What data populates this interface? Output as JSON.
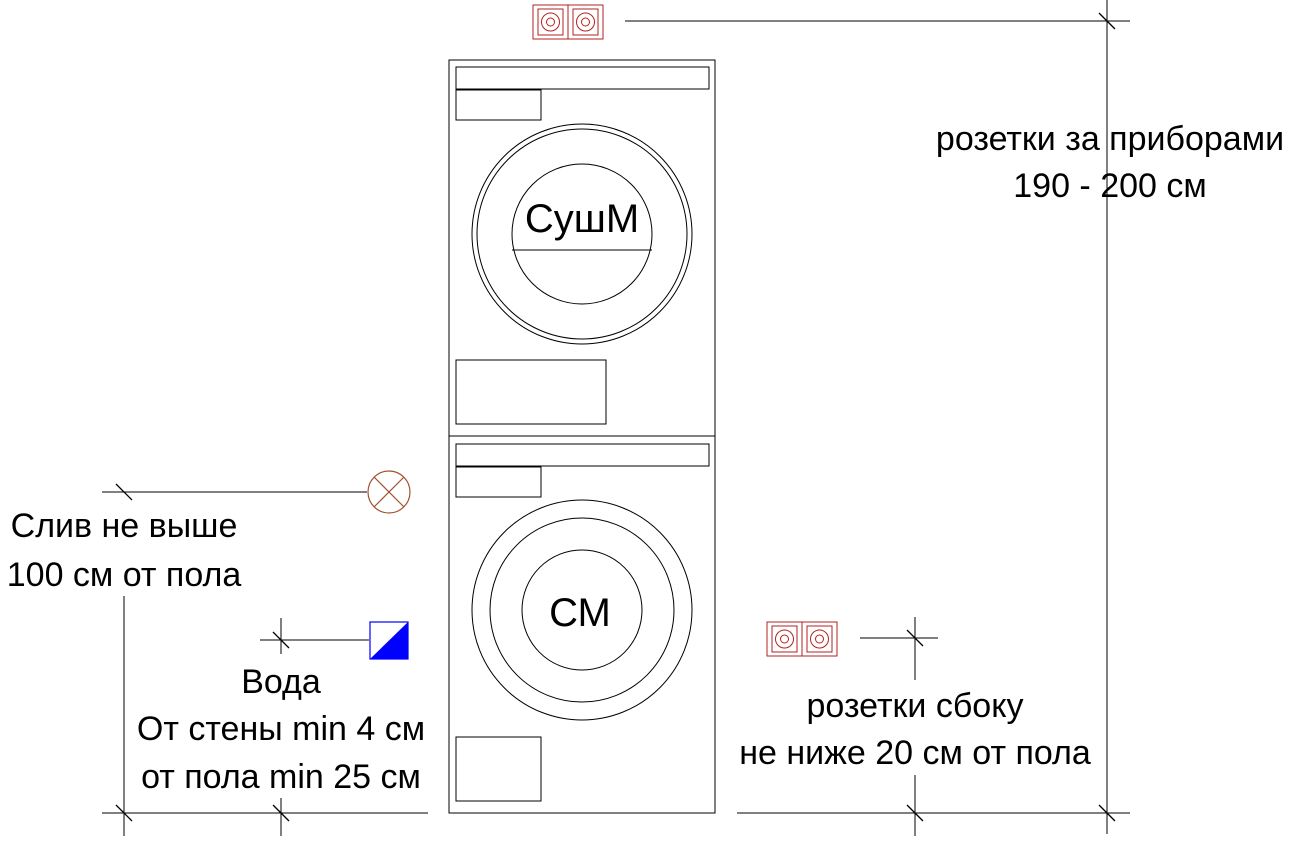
{
  "appliances": {
    "dryer_label": "СушМ",
    "washer_label": "СМ"
  },
  "annotations": {
    "outlets_behind": {
      "line1": "розетки за приборами",
      "line2": "190 - 200 см"
    },
    "drain": {
      "line1": "Слив не выше",
      "line2": "100 см от пола"
    },
    "water": {
      "line1": "Вода",
      "line2": "От стены min 4 см",
      "line3": "от пола min 25 см"
    },
    "outlets_side": {
      "line1": "розетки сбоку",
      "line2": "не ниже 20 см от пола"
    }
  },
  "colors": {
    "line": "#000000",
    "outlet": "#b22222",
    "drain_symbol": "#a0522d",
    "water_symbol": "#0000ff"
  },
  "icons": {
    "outlet": "double-socket-icon",
    "drain": "drain-circle-cross-icon",
    "water": "water-supply-icon"
  }
}
